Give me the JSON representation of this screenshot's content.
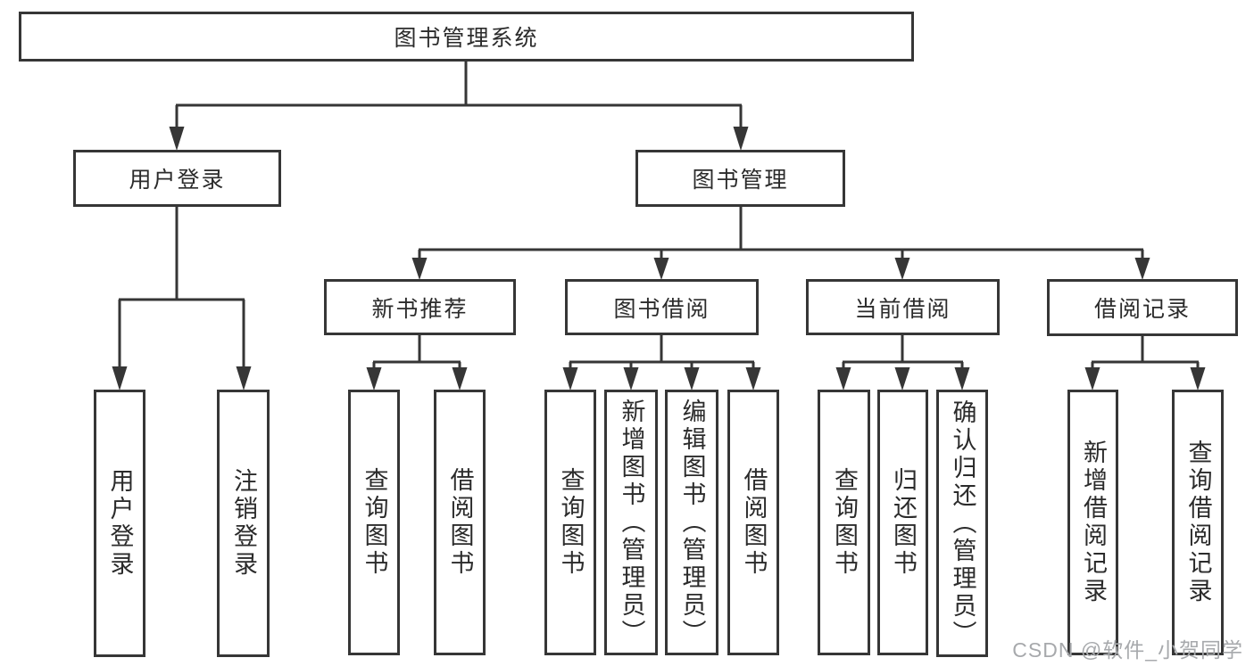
{
  "title": "图书管理系统",
  "branches": {
    "user_login": {
      "label": "用户登录",
      "children": [
        "用户登录",
        "注销登录"
      ]
    },
    "book_mgmt": {
      "label": "图书管理",
      "sections": [
        {
          "label": "新书推荐",
          "children": [
            "查询图书",
            "借阅图书"
          ]
        },
        {
          "label": "图书借阅",
          "children": [
            "查询图书",
            "新增图书（管理员）",
            "编辑图书（管理员）",
            "借阅图书"
          ]
        },
        {
          "label": "当前借阅",
          "children": [
            "查询图书",
            "归还图书",
            "确认归还（管理员）"
          ]
        },
        {
          "label": "借阅记录",
          "children": [
            "新增借阅记录",
            "查询借阅记录"
          ]
        }
      ]
    }
  },
  "watermark": "CSDN @软件_小贺同学",
  "colors": {
    "line": "#363636",
    "text": "#2b2b2b",
    "watermark": "#a7a9ac",
    "background": "#ffffff"
  }
}
